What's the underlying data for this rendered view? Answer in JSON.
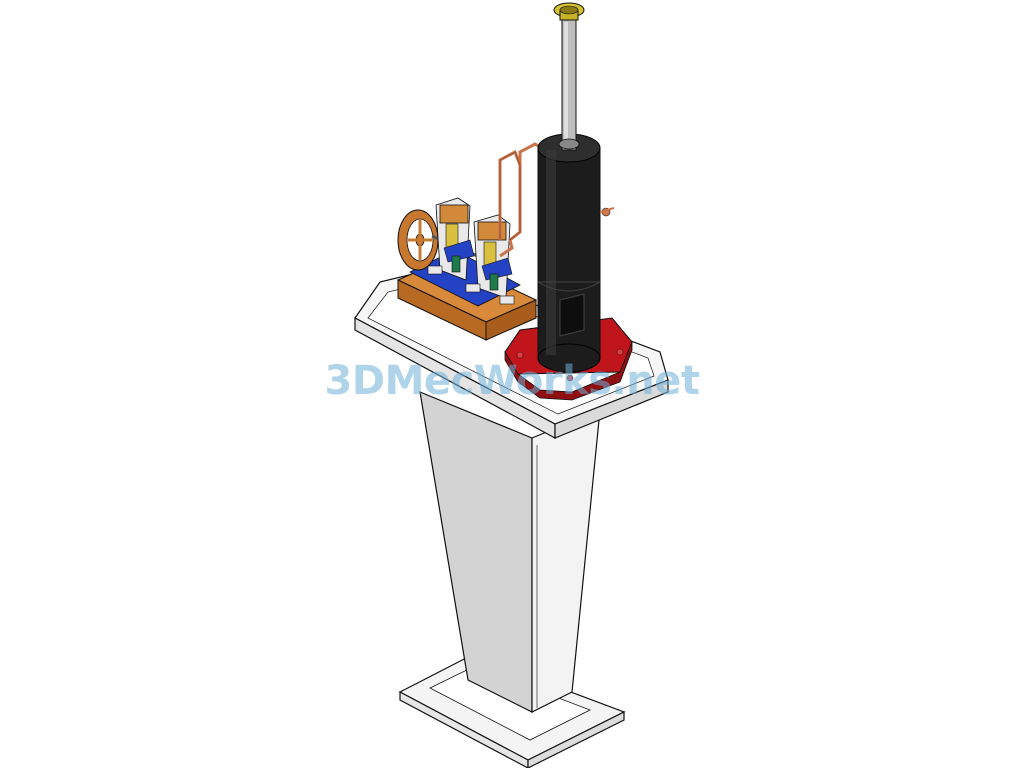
{
  "watermark": {
    "text": "3DMecWorks.net",
    "color": "#6eafd7"
  },
  "model": {
    "view": "isometric-3d-render",
    "parts": [
      "pedestal-base",
      "pedestal-column",
      "pedestal-top",
      "wooden-base",
      "twin-cylinder-steam-engine",
      "flywheel",
      "boiler",
      "chimney",
      "copper-steam-pipe",
      "boiler-base"
    ],
    "colors": {
      "pedestal": "#f2f2f2",
      "pedestal-shadow": "#d0d0d0",
      "outline": "#111111",
      "boiler": "#1a1a1a",
      "boiler-base": "#c0151a",
      "wood": "#c9752a",
      "engine-bronze": "#d28a3a",
      "engine-blue": "#1f3fbf",
      "engine-green": "#1e7a4a",
      "pipe-copper": "#d07a4a",
      "chimney": "#b8b8b8",
      "chimney-cap": "#d8c230"
    }
  }
}
